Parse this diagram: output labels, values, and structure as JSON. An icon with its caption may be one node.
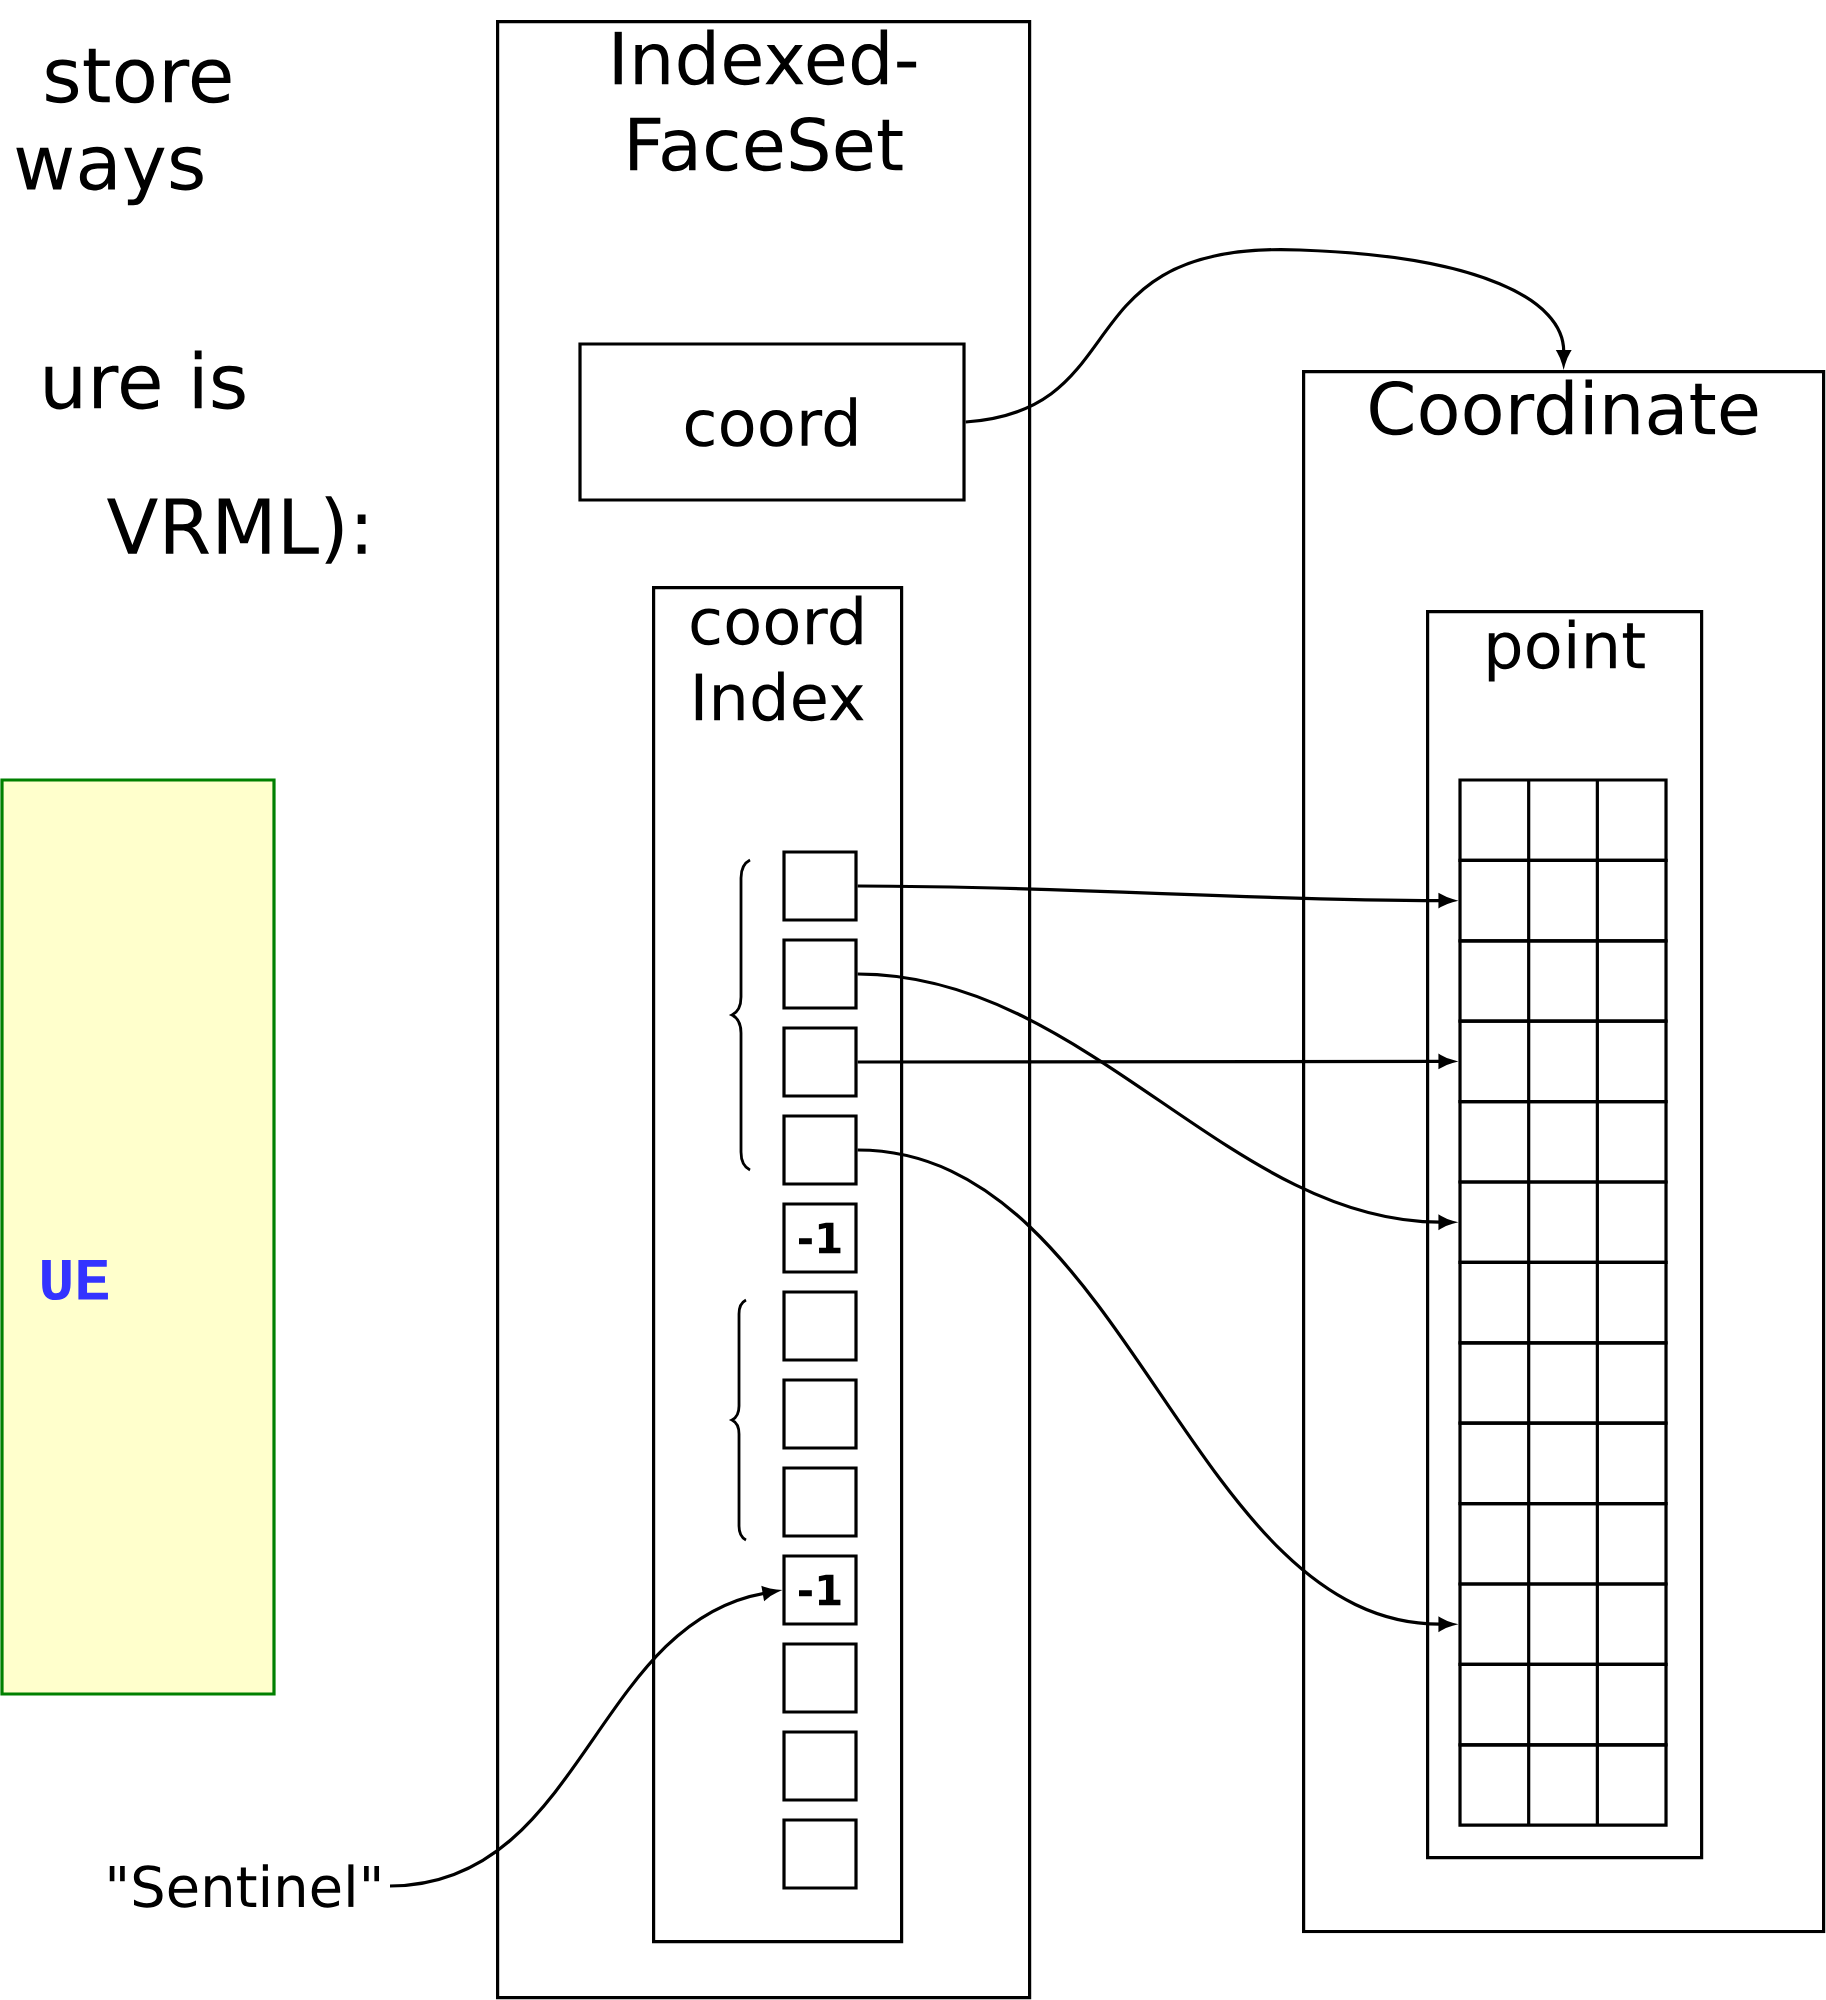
{
  "diagram": {
    "nodes": [
      {
        "text": [
          "Indexed- FaceSet"
        ]
      },
      {
        "text": [
          "coord"
        ],
        "in": 0
      },
      {
        "text": [
          "coord Index"
        ],
        "in": 0
      },
      {
        "text": [],
        "shape": "box",
        "in": 2
      },
      {
        "text": [],
        "shape": "box",
        "in": 2
      },
      {
        "text": [],
        "shape": "box",
        "in": 2
      },
      {
        "text": [],
        "shape": "box",
        "in": 2
      },
      {
        "text": [
          "-1"
        ],
        "in": 2
      },
      {
        "text": [],
        "shape": "box",
        "in": 2
      },
      {
        "text": [],
        "shape": "box",
        "in": 2
      },
      {
        "text": [],
        "shape": "box",
        "in": 2
      },
      {
        "text": [
          "-1"
        ],
        "in": 2
      },
      {
        "text": [],
        "shape": "box",
        "in": 2
      },
      {
        "text": [],
        "shape": "box",
        "in": 2
      },
      {
        "text": [],
        "shape": "box",
        "in": 2
      },
      {
        "text": [
          "Coordinate"
        ]
      },
      {
        "text": [
          "point"
        ],
        "in": 15
      },
      {
        "text": [],
        "shape": "box",
        "in": 16
      },
      {
        "text": [],
        "shape": "box",
        "in": 16
      },
      {
        "text": [],
        "shape": "box",
        "in": 16
      },
      {
        "text": [],
        "shape": "box",
        "in": 16
      },
      {
        "text": [],
        "shape": "box",
        "in": 16
      },
      {
        "text": [],
        "shape": "box",
        "in": 16
      },
      {
        "text": [],
        "shape": "box",
        "in": 16
      },
      {
        "text": [],
        "shape": "box",
        "in": 16
      },
      {
        "text": [],
        "shape": "box",
        "in": 16
      },
      {
        "text": [],
        "shape": "box",
        "in": 16
      },
      {
        "text": [],
        "shape": "box",
        "in": 16
      },
      {
        "text": [],
        "shape": "box",
        "in": 16
      },
      {
        "text": [],
        "shape": "box",
        "in": 16
      },
      {
        "text": [
          "\"Sentinel\""
        ]
      },
      {
        "text": [
          "UE"
        ]
      }
    ],
    "edges": [
      {
        "from": 1,
        "to": 15,
        "arrow": "to"
      },
      {
        "from": 3,
        "to": 18,
        "arrow": "to"
      },
      {
        "from": 4,
        "to": 22,
        "arrow": "to"
      },
      {
        "from": 5,
        "to": 20,
        "arrow": "to"
      },
      {
        "from": 6,
        "to": 27,
        "arrow": "to"
      },
      {
        "from": 30,
        "to": 11,
        "arrow": "to"
      }
    ],
    "labels": [
      "store",
      "ways",
      "ure is",
      "VRML):"
    ]
  }
}
